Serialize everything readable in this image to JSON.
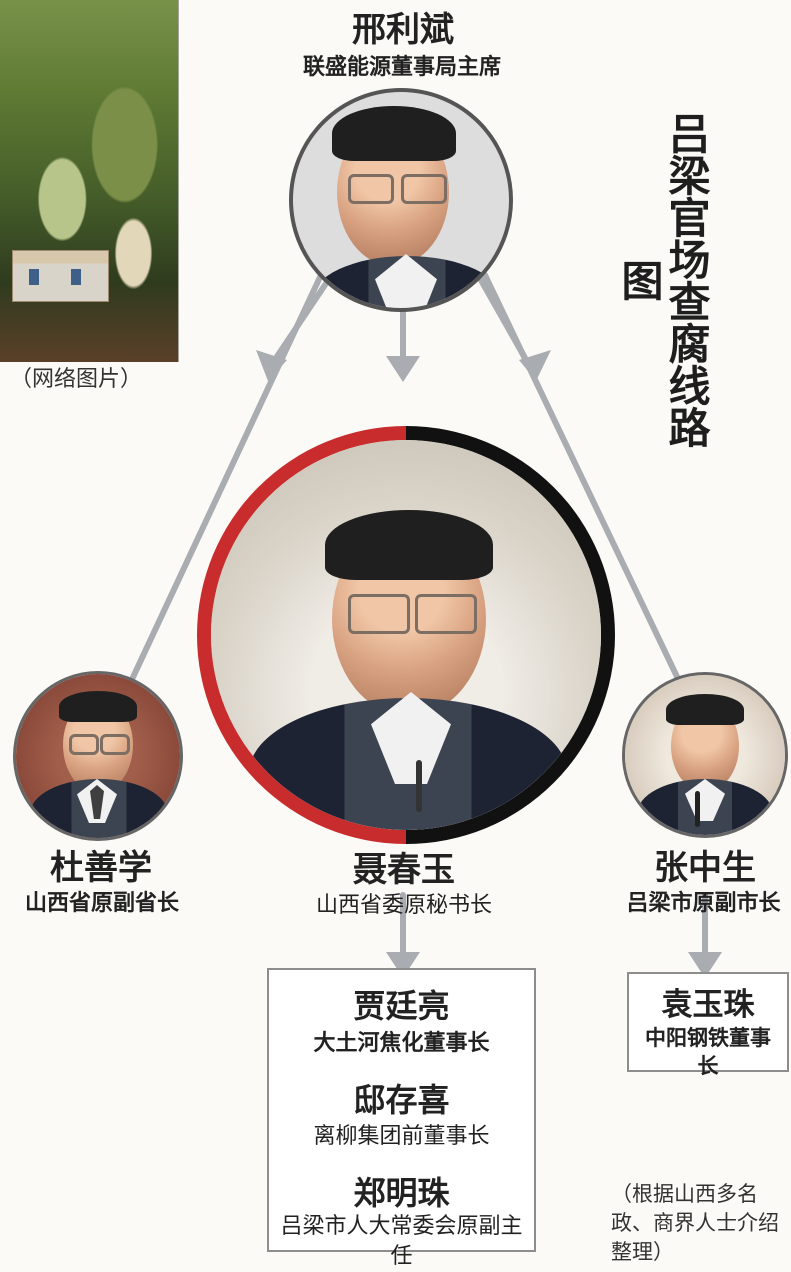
{
  "photo_caption": "（网络图片）",
  "title": "吕梁官场查腐线路图",
  "people": {
    "top": {
      "name": "邢利斌",
      "role": "联盛能源董事局主席"
    },
    "center": {
      "name": "聂春玉",
      "role": "山西省委原秘书长"
    },
    "left": {
      "name": "杜善学",
      "role": "山西省原副省长"
    },
    "right": {
      "name": "张中生",
      "role": "吕梁市原副市长"
    }
  },
  "center_group": [
    {
      "name": "贾廷亮",
      "role": "大土河焦化董事长"
    },
    {
      "name": "邸存喜",
      "role": "离柳集团前董事长"
    },
    {
      "name": "郑明珠",
      "role": "吕梁市人大常委会原副主任"
    }
  ],
  "right_group": [
    {
      "name": "袁玉珠",
      "role": "中阳钢铁董事长"
    }
  ],
  "note": "（根据山西多名政、商界人士介绍整理）",
  "colors": {
    "line": "#a9acb0",
    "accent_red": "#c82c2c",
    "accent_black": "#111111"
  }
}
